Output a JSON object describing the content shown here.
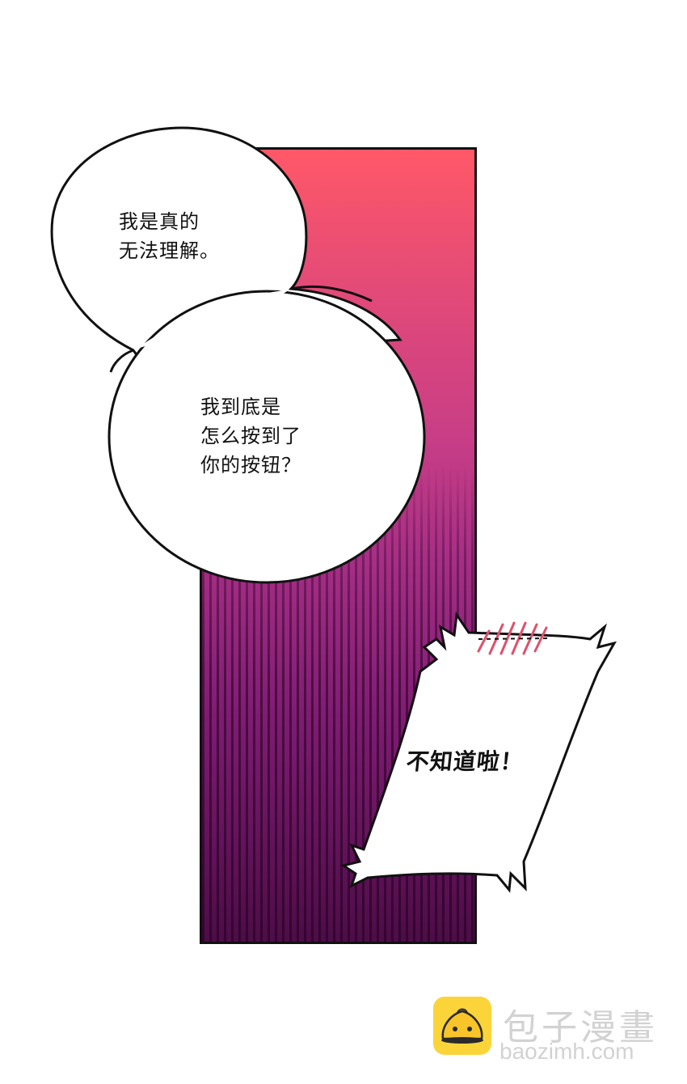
{
  "panel": {
    "gradient_top": "#ff5868",
    "gradient_bottom": "#4d0c48",
    "stripe_pattern": "vertical-lines"
  },
  "bubbles": [
    {
      "lines": [
        "我是真的",
        "无法理解。"
      ]
    },
    {
      "lines": [
        "我到底是",
        "怎么按到了",
        "你的按钮？"
      ]
    }
  ],
  "shout": {
    "text": "不知道啦！",
    "accent_marks_color": "#e0506a"
  },
  "watermark": {
    "icon": "bun-mascot-icon",
    "brand_name": "包子漫畫",
    "url": "baozimh.com",
    "icon_color": "#fbd43a"
  }
}
